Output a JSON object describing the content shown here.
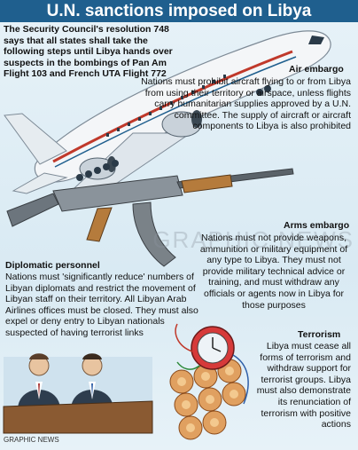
{
  "title": "U.N. sanctions imposed on Libya",
  "intro": "The Security Council's resolution 748 says that all states shall take the following steps until Libya hands over suspects in the bombings of Pan Am Flight 103 and French UTA Flight 772",
  "sections": {
    "air": {
      "heading": "Air embargo",
      "body": "Nations must prohibit aircraft flying to or from Libya from using their territory or airspace, unless flights carry humanitarian supplies approved by a U.N. committee. The supply of aircraft or aircraft components to Libya is also prohibited"
    },
    "arms": {
      "heading": "Arms embargo",
      "body": "Nations must not provide weapons, ammunition or military equipment of any type to Libya. They must not provide military technical advice or training, and must withdraw any officials or agents now in Libya for those purposes"
    },
    "diplomatic": {
      "heading": "Diplomatic personnel",
      "body": "Nations must 'significantly reduce' numbers of Libyan diplomats and restrict the movement of Libyan staff on their territory. All Libyan Arab Airlines offices must be closed. They must also expel or deny entry to Libyan nationals suspected of having terrorist links"
    },
    "terrorism": {
      "heading": "Terrorism",
      "body": "Libya must cease all forms of terrorism and withdraw support for terrorist groups. Libya must also demonstrate its renunciation of terrorism with positive actions"
    }
  },
  "watermark": "GRAPHIC NEWS",
  "footer": "GRAPHIC NEWS",
  "colors": {
    "title_bg": "#1f5f8e",
    "background": "#dcecf5"
  }
}
